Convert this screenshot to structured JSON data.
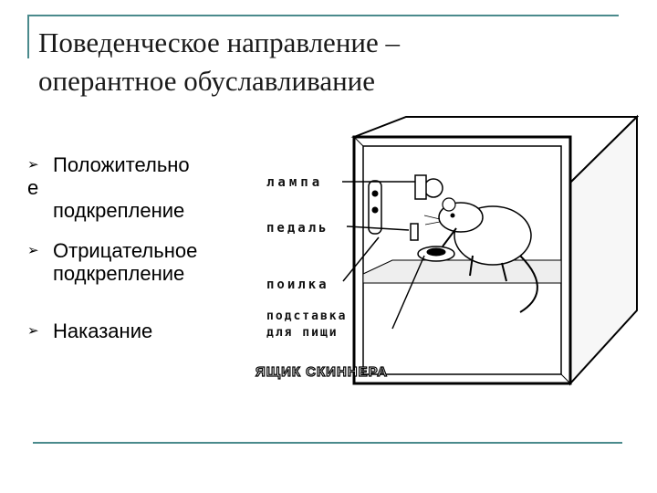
{
  "title": {
    "line1": "Поведенческое направление –",
    "line2": "оперантное обуславливание"
  },
  "bullets": [
    {
      "icon": "arrowhead-bullet-icon",
      "lines": [
        "Положительно",
        "е",
        "подкрепление"
      ]
    },
    {
      "icon": "arrowhead-bullet-icon",
      "lines": [
        "Отрицательное",
        "подкрепление"
      ]
    },
    {
      "icon": "arrowhead-bullet-icon",
      "lines": [
        "Наказание"
      ]
    }
  ],
  "diagram": {
    "labels": {
      "lamp": "лампа",
      "pedal": "педаль",
      "drinker": "поилка",
      "food_stand_line1": "подставка",
      "food_stand_line2": "для пищи"
    },
    "caption": "ЯЩИК СКИННЕРА"
  },
  "colors": {
    "accent_rule": "#4a8a8c",
    "text": "#1a1a1a"
  }
}
